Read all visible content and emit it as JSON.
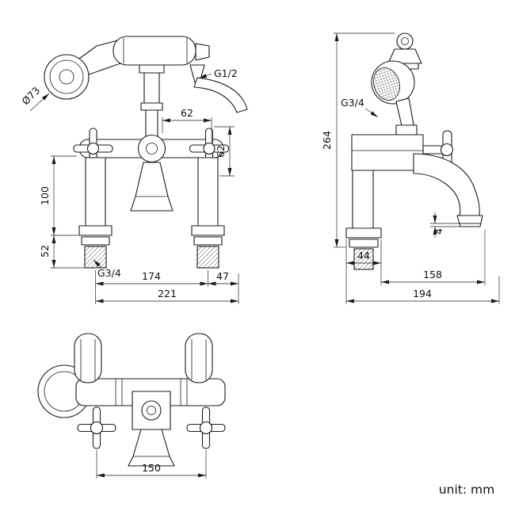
{
  "note": {
    "unit": "unit: mm"
  },
  "front": {
    "handset_diameter": "Ø73",
    "hose_thread": "G1/2",
    "offset_width": "62",
    "offset_height": "62",
    "body_height": "100",
    "shank_length": "52",
    "inlet_thread": "G3/4",
    "inlet_centres": "174",
    "centre_to_edge": "47",
    "overall_width": "221"
  },
  "side": {
    "overall_height": "264",
    "handset_thread": "G3/4",
    "tip_lip": "4",
    "base_width": "44",
    "spout_reach": "158",
    "overall_depth": "194"
  },
  "top": {
    "handle_centres": "150"
  }
}
